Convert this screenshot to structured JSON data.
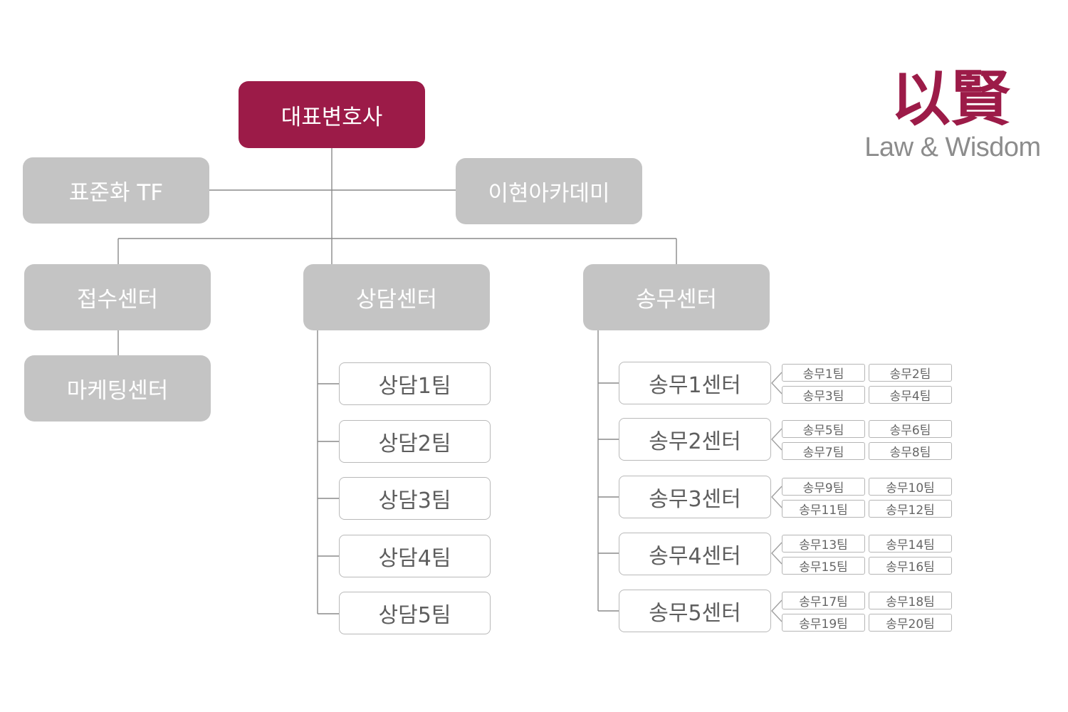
{
  "colors": {
    "accent": "#9c1b48",
    "node_fill": "#c4c4c4",
    "line": "#8a8a8a",
    "text_gray": "#5e5e5e"
  },
  "logo": {
    "hanja": "以賢",
    "name": "Law & Wisdom"
  },
  "org": {
    "ceo": "대표변호사",
    "tf": "표준화 TF",
    "academy": "이현아카데미",
    "intake": "접수센터",
    "marketing": "마케팅센터",
    "consult": "상담센터",
    "consult_teams": [
      "상담1팀",
      "상담2팀",
      "상담3팀",
      "상담4팀",
      "상담5팀"
    ],
    "legal": "송무센터",
    "legal_centers": [
      {
        "name": "송무1센터",
        "teams": [
          "송무1팀",
          "송무2팀",
          "송무3팀",
          "송무4팀"
        ]
      },
      {
        "name": "송무2센터",
        "teams": [
          "송무5팀",
          "송무6팀",
          "송무7팀",
          "송무8팀"
        ]
      },
      {
        "name": "송무3센터",
        "teams": [
          "송무9팀",
          "송무10팀",
          "송무11팀",
          "송무12팀"
        ]
      },
      {
        "name": "송무4센터",
        "teams": [
          "송무13팀",
          "송무14팀",
          "송무15팀",
          "송무16팀"
        ]
      },
      {
        "name": "송무5센터",
        "teams": [
          "송무17팀",
          "송무18팀",
          "송무19팀",
          "송무20팀"
        ]
      }
    ]
  }
}
